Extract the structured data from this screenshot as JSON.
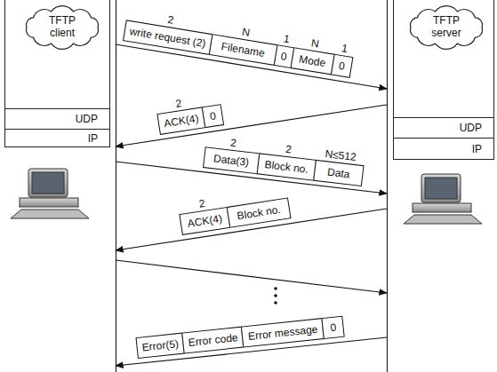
{
  "diagram": {
    "nodes": [
      {
        "text": [
          "TFTP client"
        ]
      },
      {
        "text": [
          "UDP"
        ]
      },
      {
        "text": [
          "IP"
        ]
      },
      {
        "text": [
          "TFTP server"
        ]
      },
      {
        "text": [
          "UDP"
        ]
      },
      {
        "text": [
          "IP"
        ]
      },
      {
        "text": [
          "2",
          "write request (2)"
        ]
      },
      {
        "text": [
          "N",
          "Filename"
        ]
      },
      {
        "text": [
          "1",
          "0"
        ]
      },
      {
        "text": [
          "N",
          "Mode"
        ]
      },
      {
        "text": [
          "1",
          "0"
        ]
      },
      {
        "text": [
          "2",
          "ACK(4)"
        ]
      },
      {
        "text": [
          "0"
        ]
      },
      {
        "text": [
          "2",
          "Data(3)"
        ]
      },
      {
        "text": [
          "2",
          "Block no."
        ]
      },
      {
        "text": [
          "N≤512",
          "Data"
        ]
      },
      {
        "text": [
          "2",
          "ACK(4)"
        ]
      },
      {
        "text": [
          "Block no."
        ]
      },
      {
        "text": [
          "Error(5)"
        ]
      },
      {
        "text": [
          "Error code"
        ]
      },
      {
        "text": [
          "Error message"
        ]
      },
      {
        "text": [
          "0"
        ]
      }
    ]
  }
}
